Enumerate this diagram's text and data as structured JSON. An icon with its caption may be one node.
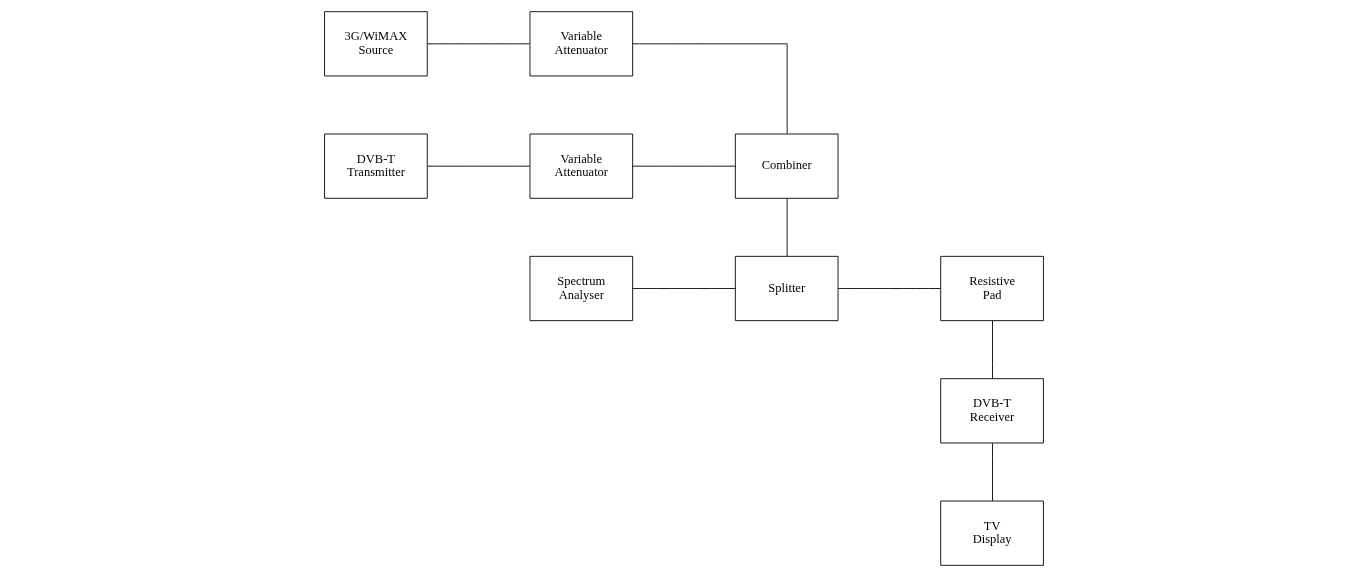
{
  "diagram": {
    "nodes": [
      {
        "text": [
          "3G/WiMAX Source"
        ]
      },
      {
        "text": [
          "Variable Attenuator"
        ]
      },
      {
        "text": [
          "TV Display"
        ]
      },
      {
        "text": [
          "DVB-T Transmitter"
        ]
      },
      {
        "text": [
          "Variable Attenuator"
        ]
      },
      {
        "text": [
          "Combiner"
        ]
      },
      {
        "text": [
          "DVB-T Receiver"
        ]
      },
      {
        "text": [
          "Spectrum Analyser"
        ]
      },
      {
        "text": [
          "Splitter"
        ]
      },
      {
        "text": [
          "Resistive Pad"
        ]
      }
    ],
    "edges": [
      {
        "from": 0,
        "to": 1,
        "arrow": "none"
      },
      {
        "from": 1,
        "to": 5,
        "arrow": "none"
      },
      {
        "from": 3,
        "to": 4,
        "arrow": "none"
      },
      {
        "from": 4,
        "to": 5,
        "arrow": "none"
      },
      {
        "from": 5,
        "to": 8,
        "arrow": "none"
      },
      {
        "from": 7,
        "to": 8,
        "arrow": "none"
      },
      {
        "from": 8,
        "to": 9,
        "arrow": "none"
      },
      {
        "from": 9,
        "to": 6,
        "arrow": "none"
      },
      {
        "from": 6,
        "to": 2,
        "arrow": "none"
      }
    ]
  }
}
